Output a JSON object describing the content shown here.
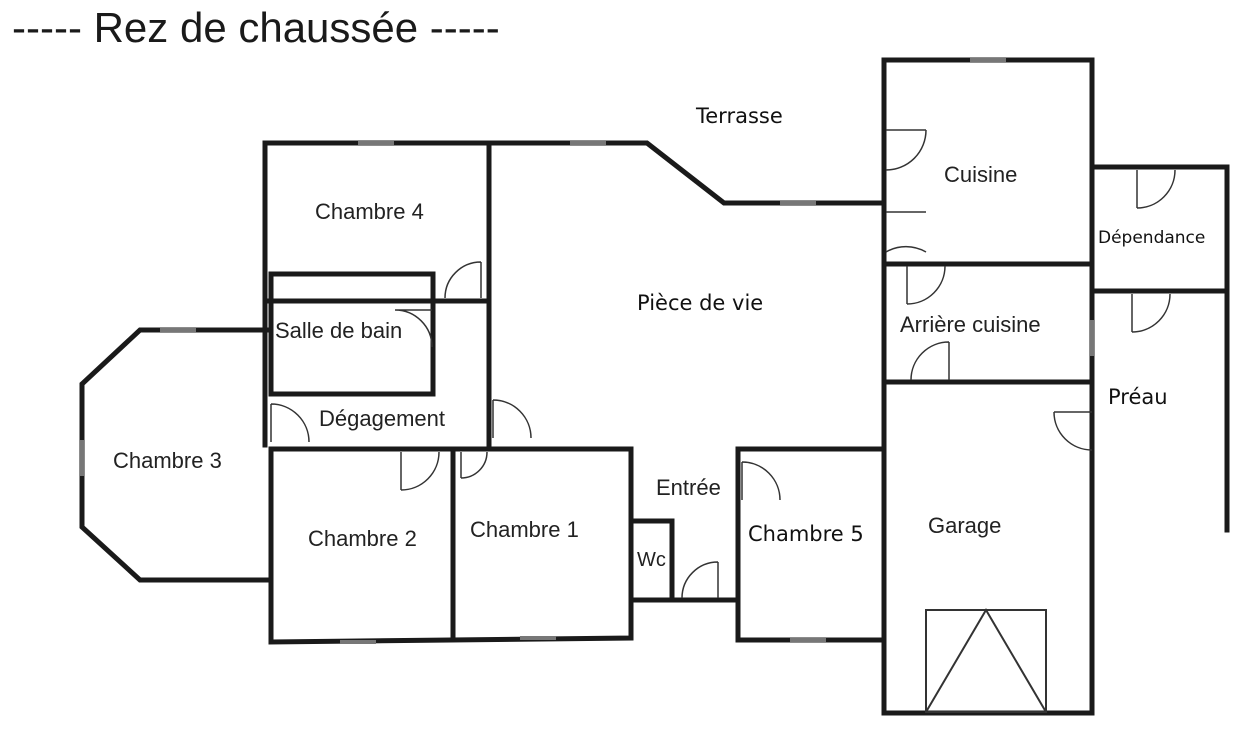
{
  "title": "-----  Rez de chaussée  -----",
  "rooms": {
    "terrasse": "Terrasse",
    "cuisine": "Cuisine",
    "dependance": "Dépendance",
    "chambre_4": "Chambre 4",
    "piece_de_vie": "Pièce de vie",
    "arriere_cuisine": "Arrière cuisine",
    "salle_de_bain": "Salle de bain",
    "preau": "Préau",
    "degagement": "Dégagement",
    "chambre_3": "Chambre 3",
    "entree": "Entrée",
    "chambre_1": "Chambre 1",
    "chambre_2": "Chambre 2",
    "chambre_5": "Chambre 5",
    "garage": "Garage",
    "wc": "Wc"
  }
}
